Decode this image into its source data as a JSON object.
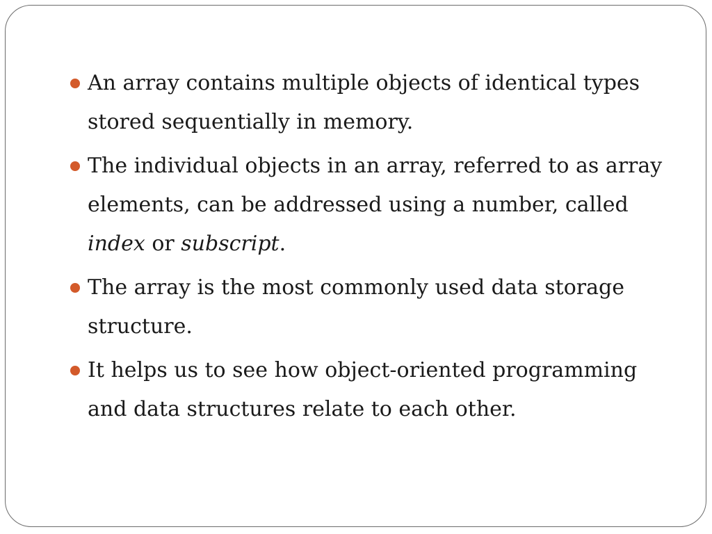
{
  "colors": {
    "bullet": "#d35a2a",
    "border": "#6b6b6b",
    "text": "#1a1a1a"
  },
  "slide": {
    "bullets": [
      {
        "text": "An array contains multiple objects of identical types stored sequentially in memory."
      },
      {
        "text_before": "The individual objects in an array, referred to as array elements, can be addressed using a number, called ",
        "term1": "index",
        "text_between": " or ",
        "term2": "subscript",
        "text_after": "."
      },
      {
        "text": "The array is the most commonly used data storage structure."
      },
      {
        "text": "It helps us to see how object-oriented programming and data structures relate to each other."
      }
    ]
  }
}
